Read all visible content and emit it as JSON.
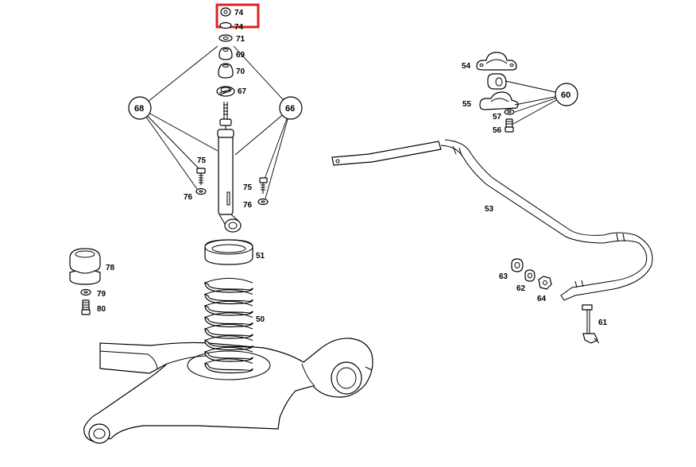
{
  "highlight": {
    "color": "#e0201c"
  },
  "labels": {
    "l74": "74",
    "l74b": "74",
    "l71": "71",
    "l69": "69",
    "l70": "70",
    "l67": "67",
    "l68": "68",
    "l66": "66",
    "l75a": "75",
    "l76a": "76",
    "l75b": "75",
    "l76b": "76",
    "l51": "51",
    "l50": "50",
    "l78": "78",
    "l79": "79",
    "l80": "80",
    "l54": "54",
    "l55": "55",
    "l57": "57",
    "l56": "56",
    "l60": "60",
    "l53": "53",
    "l63": "63",
    "l62": "62",
    "l64": "64",
    "l61": "61"
  }
}
